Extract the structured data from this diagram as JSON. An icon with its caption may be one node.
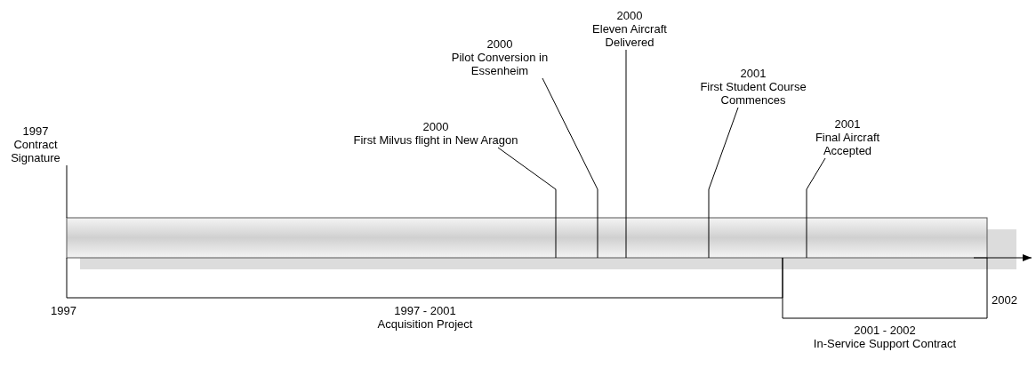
{
  "diagram": {
    "nodes": [
      {
        "text": [],
        "shape": "bar"
      },
      {
        "text": [
          "1997",
          "Contract Signature"
        ]
      },
      {
        "text": [
          "2000",
          "First Milvus flight in New Aragon"
        ]
      },
      {
        "text": [
          "2000",
          "Pilot Conversion in Essenheim"
        ]
      },
      {
        "text": [
          "2000",
          "Eleven Aircraft Delivered"
        ]
      },
      {
        "text": [
          "2001",
          "First Student Course Commences"
        ]
      },
      {
        "text": [
          "2001",
          "Final Aircraft Accepted"
        ]
      },
      {
        "text": [
          "1997 - 2001",
          "Acquisition Project"
        ]
      },
      {
        "text": [
          "2001 - 2002",
          "In-Service Support Contract"
        ]
      }
    ],
    "edges": [
      {
        "from": 1,
        "to": 0,
        "arrow": "none"
      },
      {
        "from": 2,
        "to": 0,
        "arrow": "none"
      },
      {
        "from": 3,
        "to": 0,
        "arrow": "none"
      },
      {
        "from": 4,
        "to": 0,
        "arrow": "none"
      },
      {
        "from": 5,
        "to": 0,
        "arrow": "none"
      },
      {
        "from": 6,
        "to": 0,
        "arrow": "none"
      }
    ],
    "labels": [
      "1997",
      "2002"
    ]
  }
}
